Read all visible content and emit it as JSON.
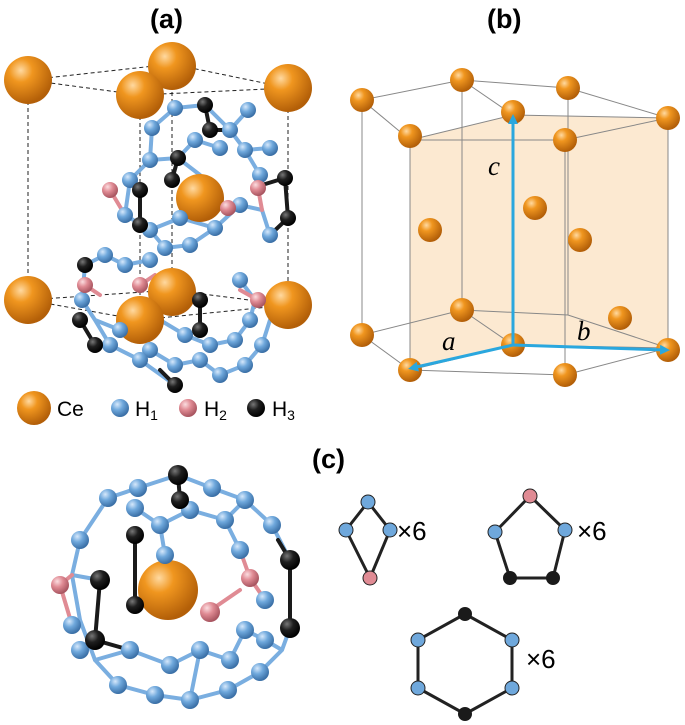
{
  "panels": {
    "a": {
      "label": "(a)"
    },
    "b": {
      "label": "(b)",
      "axes": {
        "a": "a",
        "b": "b",
        "c": "c"
      }
    },
    "c": {
      "label": "(c)"
    }
  },
  "legend": [
    {
      "symbol": "Ce",
      "subscript": "",
      "color": "#e8891c"
    },
    {
      "symbol": "H",
      "subscript": "1",
      "color": "#6fa8dc"
    },
    {
      "symbol": "H",
      "subscript": "2",
      "color": "#e08b94"
    },
    {
      "symbol": "H",
      "subscript": "3",
      "color": "#1a1a1a"
    }
  ],
  "rings": [
    {
      "shape": "quadrilateral",
      "multiplicity": "×6"
    },
    {
      "shape": "pentagon",
      "multiplicity": "×6"
    },
    {
      "shape": "hexagon",
      "multiplicity": "×6"
    }
  ],
  "colors": {
    "ce": "#e8891c",
    "h1": "#6fa8dc",
    "h2": "#e08b94",
    "h3": "#1a1a1a",
    "axis_arrow": "#2aa7de",
    "cell_fill": "#fbe3c5"
  }
}
